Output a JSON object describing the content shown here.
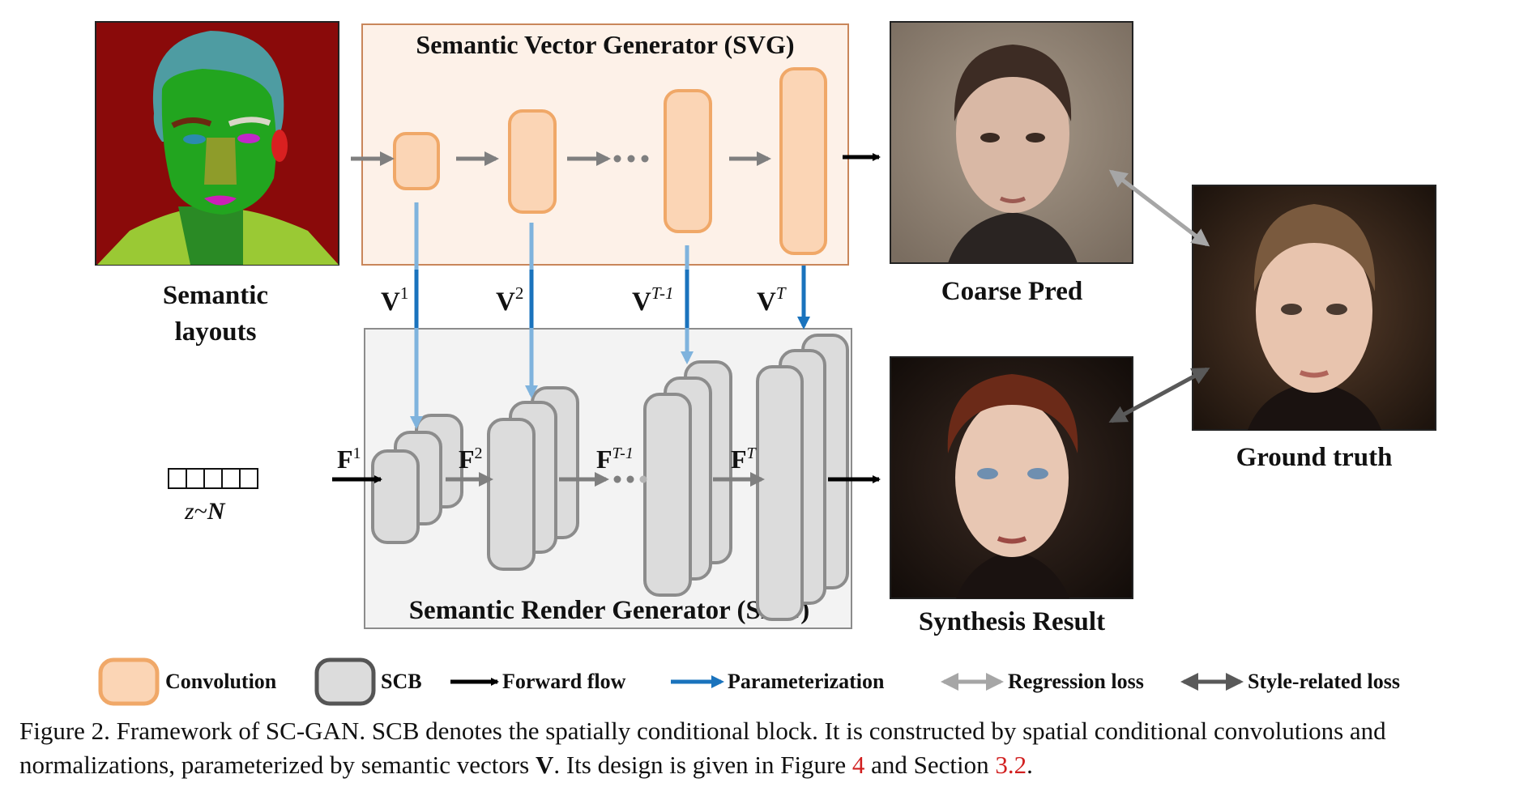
{
  "figure": {
    "svg_title": "Semantic Vector Generator (SVG)",
    "srg_title": "Semantic Render Generator (SRG)",
    "input_label_line1": "Semantic",
    "input_label_line2": "layouts",
    "coarse_label": "Coarse Pred",
    "synthesis_label": "Synthesis Result",
    "gt_label": "Ground truth",
    "noise_label_z": "z",
    "noise_label_sim": "~",
    "noise_label_N": "N",
    "vectors": {
      "v1": {
        "base": "V",
        "sup": "1"
      },
      "v2": {
        "base": "V",
        "sup": "2"
      },
      "vt1": {
        "base": "V",
        "sup": "T-1"
      },
      "vt": {
        "base": "V",
        "sup": "T"
      }
    },
    "features": {
      "f1": {
        "base": "F",
        "sup": "1"
      },
      "f2": {
        "base": "F",
        "sup": "2"
      },
      "ft1": {
        "base": "F",
        "sup": "T-1"
      },
      "ft": {
        "base": "F",
        "sup": "T"
      }
    }
  },
  "legend": {
    "convolution": "Convolution",
    "scb": "SCB",
    "forward": "Forward flow",
    "param": "Parameterization",
    "regression": "Regression loss",
    "style": "Style-related loss"
  },
  "caption": {
    "part1": "Figure 2. Framework of SC-GAN. SCB denotes the spatially conditional block. It is constructed by spatial conditional convolutions and normalizations, parameterized by semantic vectors ",
    "bold_V": "V",
    "part2": ". Its design is given in Figure ",
    "ref_fig": "4",
    "part3": " and Section ",
    "ref_sec": "3.2",
    "part4": "."
  },
  "colors": {
    "conv_fill": "#fbd5b5",
    "conv_stroke": "#f0a868",
    "svg_box_fill": "#fdf1e8",
    "svg_box_stroke": "#c9865a",
    "scb_fill": "#dcdcdc",
    "scb_stroke": "#8c8c8c",
    "srg_box_fill": "#f3f3f3",
    "param_blue": "#1a73bd",
    "param_light_blue": "#7fb3dd",
    "forward_black": "#000000",
    "regression_gray": "#a6a6a6",
    "style_gray": "#595959",
    "ref_red": "#d11f1f"
  }
}
